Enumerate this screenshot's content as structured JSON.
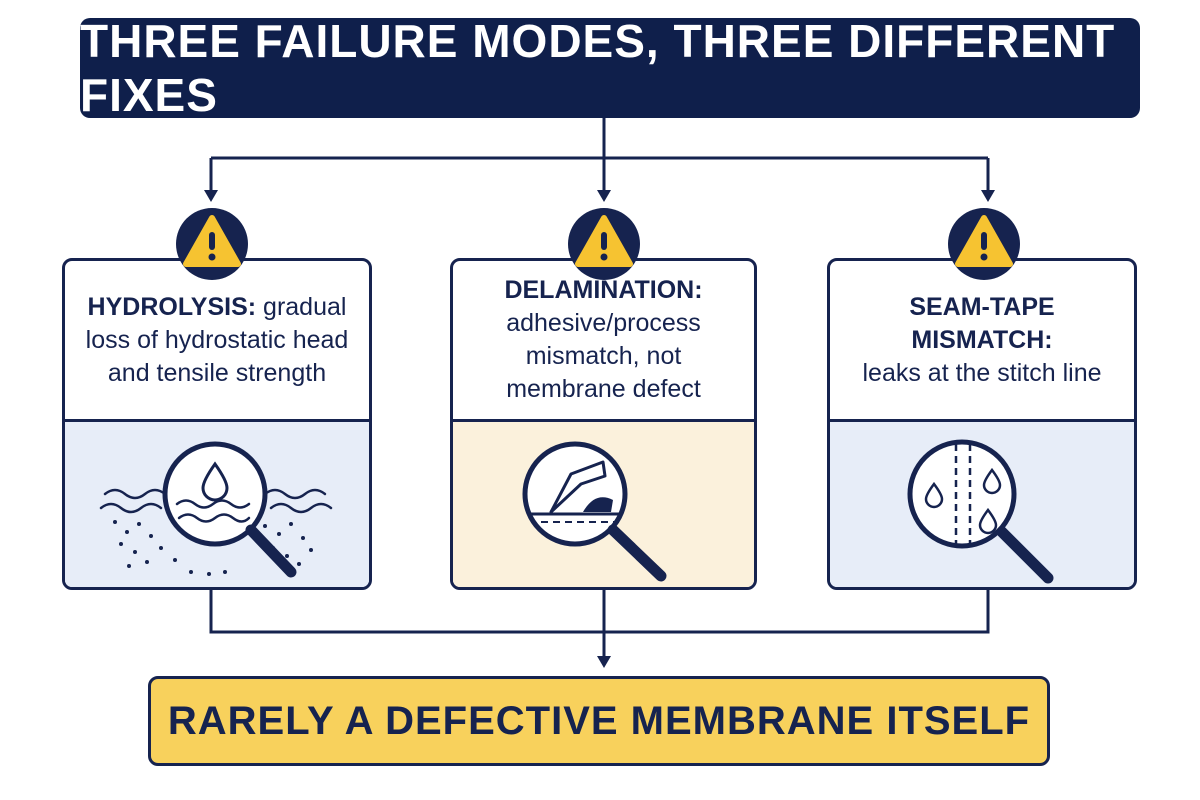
{
  "title": "THREE FAILURE MODES, THREE DIFFERENT FIXES",
  "cards": [
    {
      "label": "HYDROLYSIS:",
      "desc": "gradual loss of hydrostatic head and tensile strength",
      "illustration": "magnifier-water-drop-icon",
      "panel_color": "#e7edf8"
    },
    {
      "label": "DELAMINATION:",
      "desc": "adhesive/process mismatch, not membrane defect",
      "illustration": "magnifier-peeling-layer-icon",
      "panel_color": "#fbf1dc"
    },
    {
      "label": "SEAM-TAPE MISMATCH:",
      "desc": "leaks at the stitch line",
      "illustration": "magnifier-seam-leak-icon",
      "panel_color": "#e7edf8"
    }
  ],
  "conclusion": "RARELY A DEFECTIVE MEMBRANE ITSELF",
  "colors": {
    "navy": "#0f1f4b",
    "accent_yellow": "#f8d15c",
    "warning_yellow": "#f6c331"
  },
  "icons": [
    "warning-icon"
  ]
}
